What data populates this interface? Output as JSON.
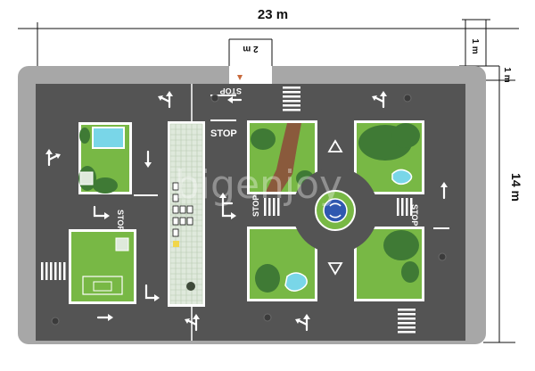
{
  "dimensions": {
    "total_width": "23 m",
    "total_height": "14 m",
    "entry_width": "2 m",
    "margin_top": "1 m",
    "margin_side": "1 m"
  },
  "labels": {
    "stop": "STOP",
    "watermark": "bigenjoy"
  },
  "colors": {
    "border": "#a7a7a7",
    "asphalt": "#545454",
    "grass": "#78b845",
    "tree": "#3f7a35",
    "water": "#79d6e8",
    "tile": "#dfe9dc",
    "dirt": "#8a5a3c",
    "road_line": "#ffffff",
    "roundabout_center": "#2f58b0"
  },
  "icons": [
    "straight-left-arrow-icon",
    "left-turn-arrow-icon",
    "straight-arrow-icon",
    "right-arrow-icon",
    "u-turn-arrow-icon",
    "roundabout-icon",
    "yield-triangle-icon",
    "parking-sign-icon",
    "wheelchair-icon",
    "manhole-icon",
    "football-field-icon",
    "pool-icon"
  ]
}
